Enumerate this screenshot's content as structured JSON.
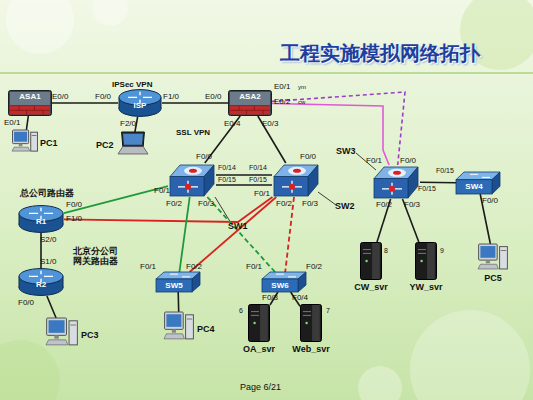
{
  "diagram": {
    "title": "工程实施模拟网络拓扑",
    "nodes": [
      {
        "text": [
          "ASA1"
        ]
      },
      {
        "text": [
          "ISP"
        ]
      },
      {
        "text": [
          "ASA2"
        ]
      },
      {
        "text": [
          "PC1"
        ]
      },
      {
        "text": [
          "PC2"
        ]
      },
      {
        "text": [
          "SW1"
        ]
      },
      {
        "text": [
          "SW2"
        ]
      },
      {
        "text": [
          "SW3"
        ]
      },
      {
        "text": [
          "SW4"
        ]
      },
      {
        "text": [
          "总公司路由器",
          "R1"
        ]
      },
      {
        "text": [
          "北京分公司 网关路由器",
          "R2"
        ]
      },
      {
        "text": [
          "SW5"
        ]
      },
      {
        "text": [
          "SW6"
        ]
      },
      {
        "text": [
          "PC3"
        ]
      },
      {
        "text": [
          "PC4"
        ]
      },
      {
        "text": [
          "OA_svr"
        ]
      },
      {
        "text": [
          "Web_svr"
        ]
      },
      {
        "text": [
          "CW_svr"
        ]
      },
      {
        "text": [
          "YW_svr"
        ]
      },
      {
        "text": [
          "PC5"
        ]
      }
    ],
    "edges": [
      {
        "from": 0,
        "to": 1,
        "arrow": "none"
      },
      {
        "from": 1,
        "to": 2,
        "arrow": "none"
      },
      {
        "from": 0,
        "to": 3,
        "arrow": "none"
      },
      {
        "from": 1,
        "to": 4,
        "arrow": "none"
      },
      {
        "from": 2,
        "to": 5,
        "arrow": "none"
      },
      {
        "from": 2,
        "to": 6,
        "arrow": "none"
      },
      {
        "from": 2,
        "to": 7,
        "arrow": "none"
      },
      {
        "from": 2,
        "to": 7,
        "arrow": "none"
      },
      {
        "from": 5,
        "to": 6,
        "arrow": "none"
      },
      {
        "from": 5,
        "to": 6,
        "arrow": "none"
      },
      {
        "from": 7,
        "to": 8,
        "arrow": "none"
      },
      {
        "from": 7,
        "to": 17,
        "arrow": "none"
      },
      {
        "from": 7,
        "to": 18,
        "arrow": "none"
      },
      {
        "from": 8,
        "to": 19,
        "arrow": "none"
      },
      {
        "from": 9,
        "to": 5,
        "arrow": "none"
      },
      {
        "from": 9,
        "to": 6,
        "arrow": "none"
      },
      {
        "from": 9,
        "to": 10,
        "arrow": "none"
      },
      {
        "from": 10,
        "to": 13,
        "arrow": "none"
      },
      {
        "from": 5,
        "to": 11,
        "arrow": "none"
      },
      {
        "from": 5,
        "to": 12,
        "arrow": "none"
      },
      {
        "from": 6,
        "to": 11,
        "arrow": "none"
      },
      {
        "from": 6,
        "to": 12,
        "arrow": "none"
      },
      {
        "from": 11,
        "to": 14,
        "arrow": "none"
      },
      {
        "from": 12,
        "to": 15,
        "arrow": "none"
      },
      {
        "from": 12,
        "to": 16,
        "arrow": "none"
      }
    ],
    "labels": [
      "IPSec VPN",
      "E0/0",
      "F0/0",
      "F1/0",
      "E0/0",
      "E0/1",
      "F2/0",
      "E0/1",
      "ym",
      "E0/2",
      "cw",
      "SSL VPN",
      "E0/4",
      "E0/3",
      "F0/0",
      "F0/14",
      "F0/15",
      "F0/14",
      "F0/15",
      "F0/0",
      "F0/1",
      "F0/0",
      "F0/15",
      "F0/15",
      "F0/0",
      "F0/1",
      "F0/2",
      "F0/3",
      "F0/1",
      "F0/2",
      "F0/3",
      "F0/2",
      "F0/3",
      "F0/0",
      "F1/0",
      "S2/0",
      "S1/0",
      "F0/0",
      "F0/1",
      "F0/2",
      "F0/1",
      "F0/2",
      "F0/3",
      "F0/4",
      "6",
      "7",
      "8",
      "9",
      "Page 6/21"
    ]
  }
}
